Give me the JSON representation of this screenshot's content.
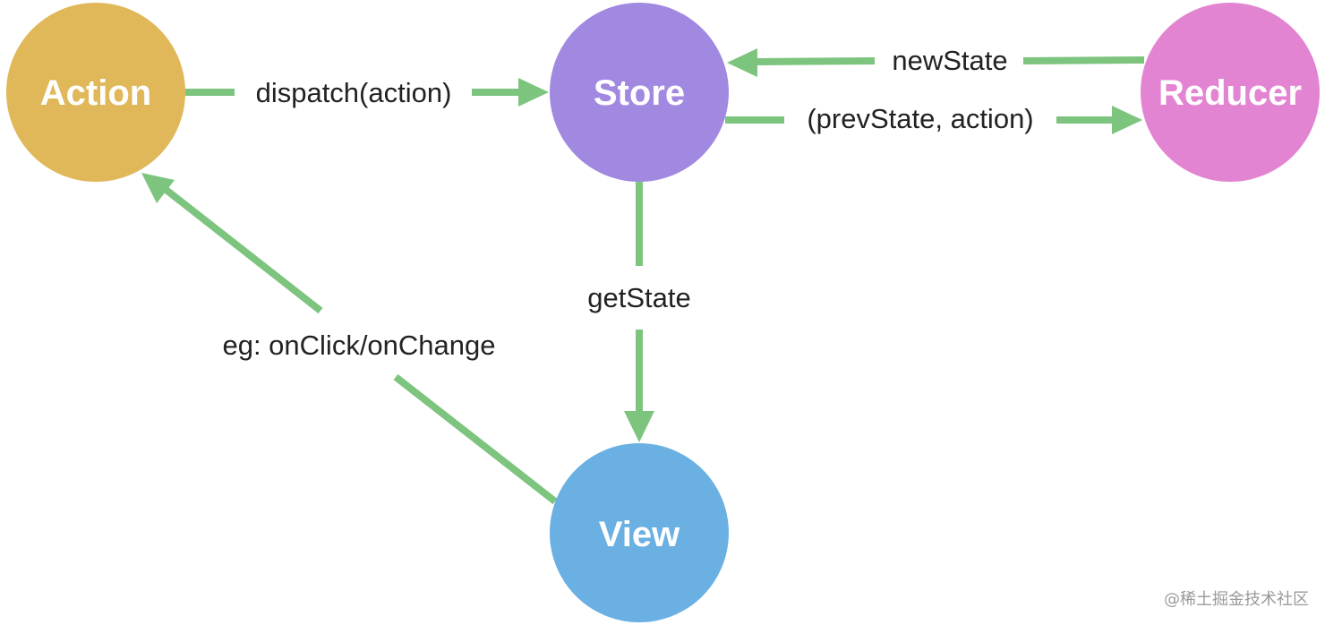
{
  "colors": {
    "edge": "#7dc47f",
    "action": "#e0b85a",
    "store": "#a188e0",
    "reducer": "#e384d2",
    "view": "#6ab0e3"
  },
  "nodes": {
    "action": {
      "label": "Action"
    },
    "store": {
      "label": "Store"
    },
    "reducer": {
      "label": "Reducer"
    },
    "view": {
      "label": "View"
    }
  },
  "edges": {
    "dispatch": {
      "label": "dispatch(action)"
    },
    "new_state": {
      "label": "newState"
    },
    "prev_state": {
      "label": "(prevState, action)"
    },
    "get_state": {
      "label": "getState"
    },
    "view_event": {
      "label": "eg: onClick/onChange"
    }
  },
  "watermark": "@稀土掘金技术社区"
}
